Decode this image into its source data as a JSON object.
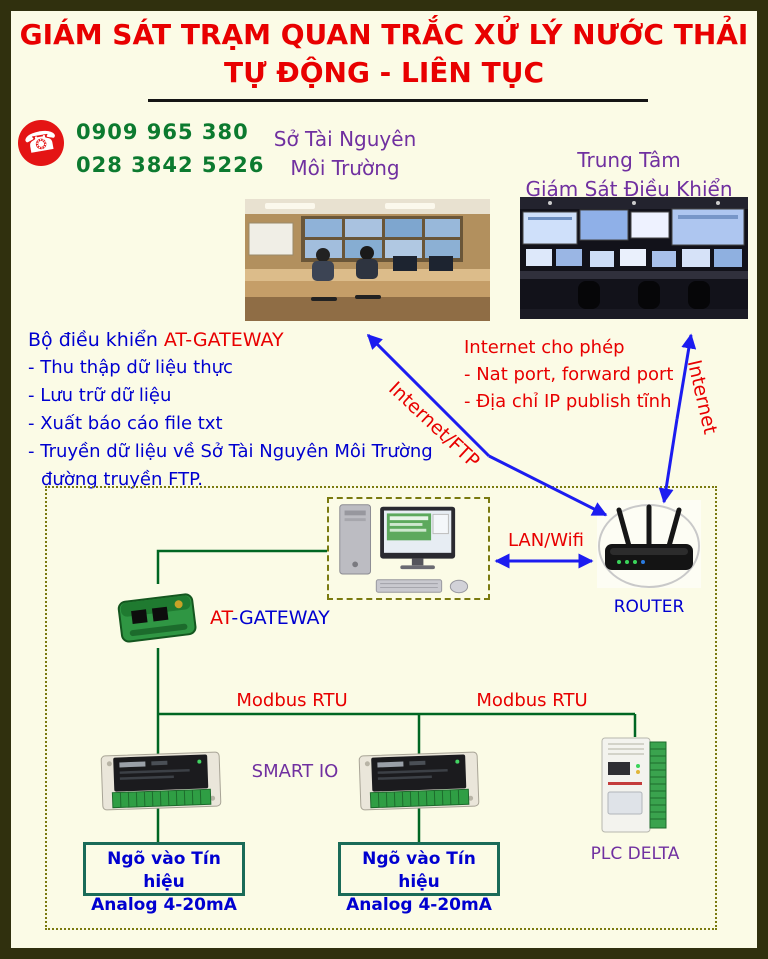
{
  "title": {
    "line1": "GIÁM SÁT TRẠM QUAN TRẮC XỬ LÝ NƯỚC THẢI",
    "line2": "TỰ ĐỘNG - LIÊN TỤC"
  },
  "contact": {
    "phone1": "0909 965 380",
    "phone2": "028 3842 5226"
  },
  "sites": {
    "left": {
      "line1": "Sở Tài Nguyên",
      "line2": "Môi Trường"
    },
    "right": {
      "line1": "Trung Tâm",
      "line2": "Giám Sát Điều Khiển"
    }
  },
  "gateway_info": {
    "heading_prefix": "Bộ điều khiển ",
    "heading_device": "AT-GATEWAY",
    "items": [
      "- Thu thập dữ liệu thực",
      "- Lưu trữ dữ liệu",
      "- Xuất báo cáo file txt",
      "- Truyền dữ liệu về Sở Tài Nguyên Môi Trường",
      "đường truyền FTP."
    ]
  },
  "internet_info": {
    "heading": "Internet cho phép",
    "items": [
      "- Nat port, forward port",
      "- Địa chỉ IP publish tĩnh"
    ]
  },
  "connections": {
    "internet_ftp": "Internet/FTP",
    "internet": "Internet",
    "lan_wifi": "LAN/Wifi",
    "modbus_left": "Modbus RTU",
    "modbus_right": "Modbus RTU"
  },
  "devices": {
    "router": "ROUTER",
    "gateway_prefix": "AT",
    "gateway_suffix": "-GATEWAY",
    "smart_io": "SMART IO",
    "plc": "PLC DELTA"
  },
  "analog_inputs": {
    "left": {
      "line1": "Ngõ vào Tín hiệu",
      "line2": "Analog 4-20mA"
    },
    "right": {
      "line1": "Ngõ vào Tín hiệu",
      "line2": "Analog 4-20mA"
    }
  },
  "colors": {
    "title_red": "#e80000",
    "phone_green": "#0c7a2f",
    "purple": "#7030a0",
    "blue_text": "#0000d0",
    "arrow_blue": "#1c1cf0",
    "line_green": "#006622",
    "border_olive": "#7a7a10"
  }
}
